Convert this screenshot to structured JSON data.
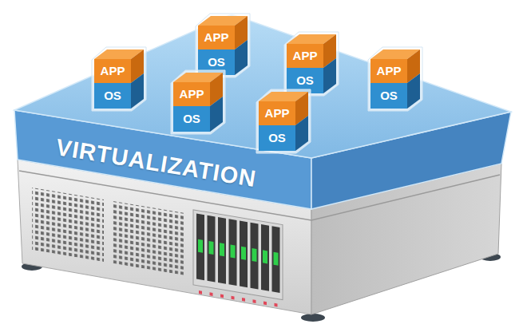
{
  "diagram": {
    "nodes": [
      {
        "text": [
          "VIRTUALIZATION"
        ]
      },
      {
        "text": [
          "APP",
          "OS"
        ],
        "in": 0
      },
      {
        "text": [
          "APP",
          "OS"
        ],
        "in": 0
      },
      {
        "text": [
          "APP",
          "OS"
        ],
        "in": 0
      },
      {
        "text": [
          "APP",
          "OS"
        ],
        "in": 0
      },
      {
        "text": [
          "APP",
          "OS"
        ],
        "in": 0
      },
      {
        "text": [
          "APP",
          "OS"
        ],
        "in": 0
      }
    ]
  }
}
